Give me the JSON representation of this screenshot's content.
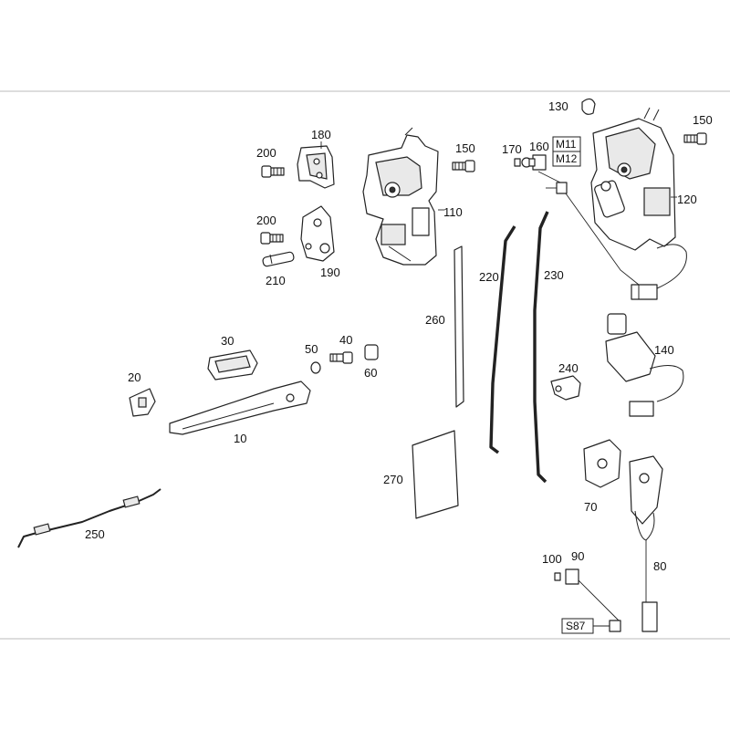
{
  "diagram": {
    "labels": {
      "p10": "10",
      "p20": "20",
      "p30": "30",
      "p40": "40",
      "p50": "50",
      "p60": "60",
      "p70": "70",
      "p80": "80",
      "p90": "90",
      "p100": "100",
      "p110": "110",
      "p120": "120",
      "p130": "130",
      "p140": "140",
      "p150a": "150",
      "p150b": "150",
      "p160": "160",
      "p170": "170",
      "p180": "180",
      "p190": "190",
      "p200a": "200",
      "p200b": "200",
      "p210": "210",
      "p220": "220",
      "p230": "230",
      "p240": "240",
      "p250": "250",
      "p260": "260",
      "p270": "270"
    },
    "boxed_labels": {
      "m11": "M11",
      "m12": "M12",
      "s87": "S87"
    }
  }
}
